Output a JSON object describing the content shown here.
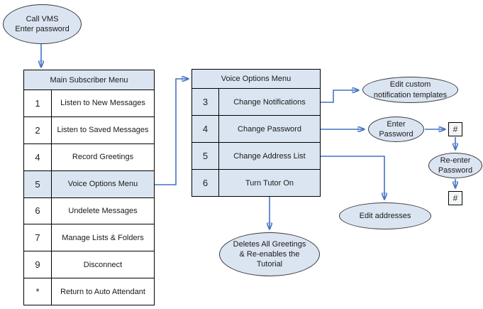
{
  "start_node": {
    "label": "Call VMS\nEnter password"
  },
  "main_menu": {
    "title": "Main Subscriber Menu",
    "rows": [
      {
        "key": "1",
        "label": "Listen to New Messages"
      },
      {
        "key": "2",
        "label": "Listen to Saved Messages"
      },
      {
        "key": "4",
        "label": "Record Greetings"
      },
      {
        "key": "5",
        "label": "Voice Options Menu"
      },
      {
        "key": "6",
        "label": "Undelete Messages"
      },
      {
        "key": "7",
        "label": "Manage Lists & Folders"
      },
      {
        "key": "9",
        "label": "Disconnect"
      },
      {
        "key": "*",
        "label": "Return to Auto Attendant"
      }
    ]
  },
  "voice_menu": {
    "title": "Voice Options Menu",
    "rows": [
      {
        "key": "3",
        "label": "Change Notifications"
      },
      {
        "key": "4",
        "label": "Change Password"
      },
      {
        "key": "5",
        "label": "Change Address List"
      },
      {
        "key": "6",
        "label": "Turn Tutor On"
      }
    ]
  },
  "outcomes": {
    "edit_custom": "Edit custom\nnotification templates",
    "enter_password": "Enter\nPassword",
    "hash_terminal_1": "#",
    "reenter_password": "Re-enter\nPassword",
    "hash_terminal_2": "#",
    "edit_addresses": "Edit addresses",
    "deletes_greetings": "Deletes All Greetings\n& Re-enables the\nTutorial"
  },
  "colors": {
    "node_fill": "#dbe5f1",
    "highlight_fill": "#dbe5f1",
    "connector_blue": "#4472c4",
    "border_black": "#000000",
    "ellipse_border": "#3a3a3a"
  }
}
